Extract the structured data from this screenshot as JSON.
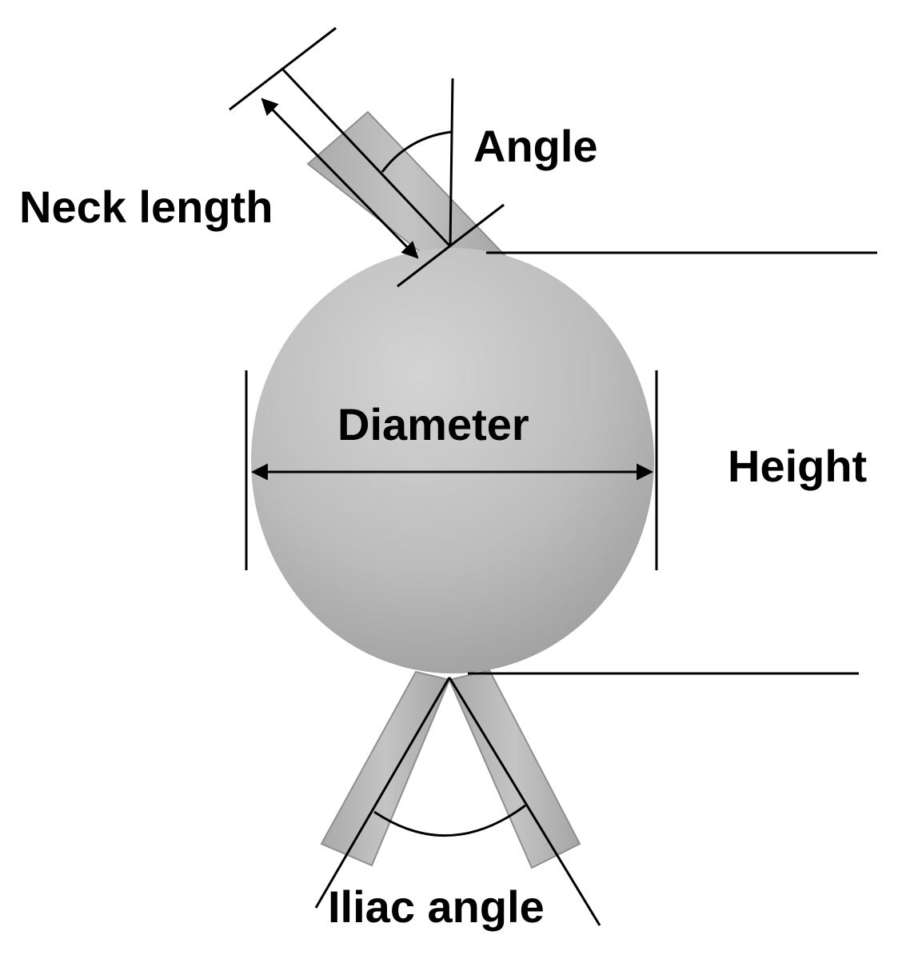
{
  "labels": {
    "angle": "Angle",
    "neck_length": "Neck length",
    "diameter": "Diameter",
    "height": "Height",
    "iliac_angle": "Iliac angle"
  },
  "colors": {
    "background": "#ffffff",
    "line": "#000000",
    "sphere_light": "#d0d0d0",
    "sphere_mid": "#bdbdbd",
    "sphere_dark": "#9a9a9a",
    "vessel_fill": "#b8b8b8",
    "vessel_stroke": "#8f8f8f"
  }
}
